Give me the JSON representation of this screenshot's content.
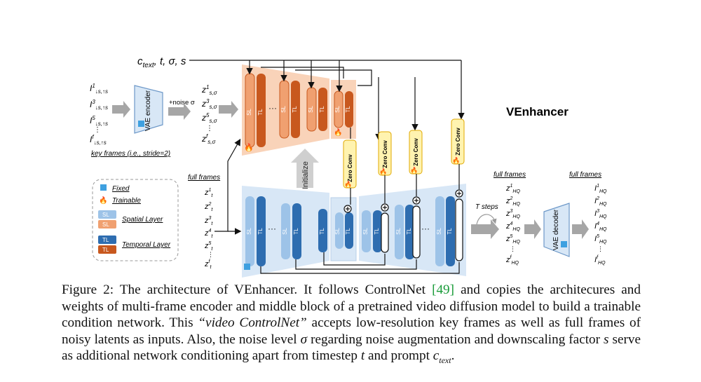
{
  "figure": {
    "title": "VEnhancer",
    "cond_inputs": "c_text, t, σ, s",
    "vae_encoder": "VAE encoder",
    "vae_decoder": "VAE decoder",
    "noise_label": "+noise σ",
    "key_frames_caption": "key frames (i.e., stride=2)",
    "full_frames_label": "full frames",
    "initialize_label": "Initialize",
    "zero_conv_label": "Zero Conv",
    "t_steps_label": "T steps",
    "sl": "SL",
    "tl": "TL",
    "dots": "···",
    "legend": {
      "fixed": "Fixed",
      "trainable": "Trainable",
      "spatial": "Spatial Layer",
      "temporal": "Temporal Layer"
    },
    "colors": {
      "orange_light": "#f0a070",
      "orange_dark": "#c8581e",
      "blue_light": "#9dc3e8",
      "blue_dark": "#2e6db0",
      "panel_blue": "#d8e7f6",
      "panel_orange": "#f8cbad",
      "zero_conv_fill": "#fff3b0"
    }
  },
  "caption": {
    "p1": "Figure 2: The architecture of VEnhancer. It follows ControlNet ",
    "ref": "[49]",
    "p2": " and copies the architecures and weights of multi-frame encoder and middle block of a pretrained video diffusion model to build a trainable condition network. This ",
    "quote": "“video ControlNet”",
    "p3": " accepts low-resolution key frames as well as full frames of noisy latents as inputs. Also, the noise level ",
    "sigma": "σ",
    "p4": " regarding noise augmentation and downscaling factor ",
    "s": "s",
    "p5": " serve as additional network conditioning apart from timestep ",
    "t": "t",
    "p6": " and prompt ",
    "ctext": "c",
    "ctext_sub": "text",
    "p7": "."
  }
}
